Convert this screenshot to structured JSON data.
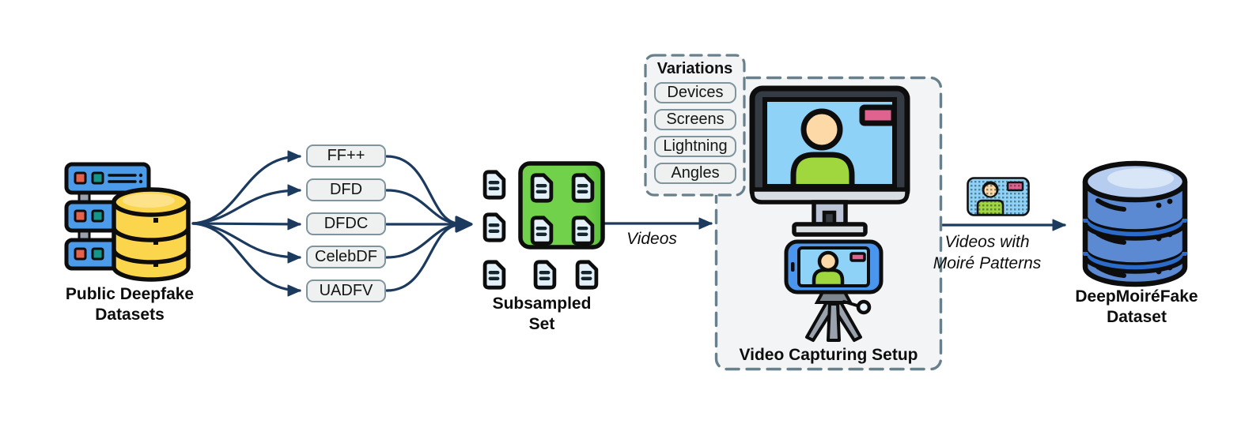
{
  "diagram": {
    "source": {
      "label": [
        "Public Deepfake",
        "Datasets"
      ]
    },
    "datasets": [
      "FF++",
      "DFD",
      "DFDC",
      "CelebDF",
      "UADFV"
    ],
    "subsampled": {
      "label": [
        "Subsampled",
        "Set"
      ]
    },
    "videos_edge": {
      "label": "Videos"
    },
    "variations": {
      "title": "Variations",
      "items": [
        "Devices",
        "Screens",
        "Lightning",
        "Angles"
      ]
    },
    "capture": {
      "label": "Video Capturing Setup"
    },
    "moire_edge": {
      "label": [
        "Videos with",
        "Moiré Patterns"
      ]
    },
    "output": {
      "label": [
        "DeepMoiréFake",
        "Dataset"
      ]
    }
  },
  "icons": [
    "server-database-icon",
    "file-icon",
    "monitor-icon",
    "phone-tripod-icon",
    "moire-video-thumbnail",
    "database-icon"
  ],
  "colors": {
    "navy": "#1b3a5e",
    "pill_border": "#80949e",
    "pill_bg": "#eff1f1",
    "dashed_border": "#68808c",
    "panel_bg": "#f2f4f5",
    "green_box": "#72d14a",
    "green_box_dark": "#5cbe3c",
    "file_blue": "#e4f1f8",
    "server_blue": "#4c9be8",
    "red_led": "#e8604c",
    "teal_led": "#12968a",
    "conn_gray": "#9aa3ad",
    "db_yellow": "#fbd54b",
    "db_yellow_light": "#fde28a",
    "db_blue": "#5b8ad2",
    "db_blue_top": "#b7cdf0",
    "db_blue_stripe": "#2b6bc9",
    "screen_blue": "#8fd2f7",
    "skin": "#fcd9a6",
    "person_green": "#a0d63e",
    "pink": "#e0628f",
    "monitor_frame": "#343b42",
    "bezel_gray": "#d9dee2",
    "stand_gray": "#bcc5d8",
    "phone_blue": "#4a96ef",
    "tripod_gray": "#9aa3ad",
    "ink": "#0d0d0d"
  }
}
